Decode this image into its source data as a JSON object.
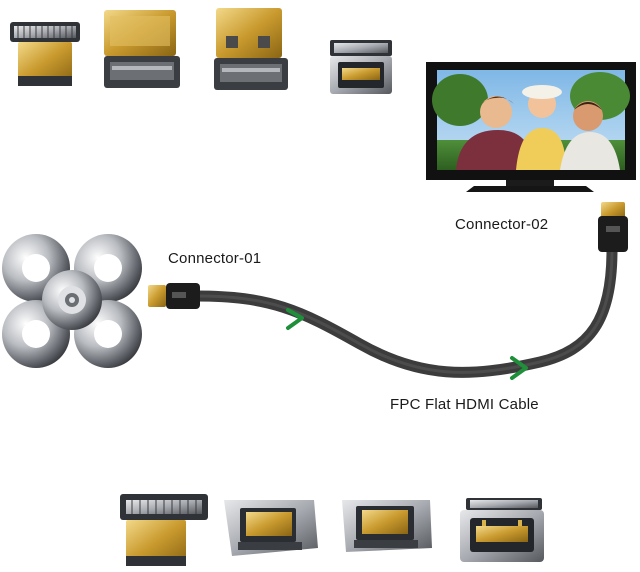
{
  "labels": {
    "connector_01": "Connector-01",
    "connector_02": "Connector-02",
    "cable": "FPC Flat HDMI Cable"
  },
  "colors": {
    "cable": "#3c3c3c",
    "arrow": "#1f8f3a",
    "gold": "#d8b24a",
    "steel": "#9a9da3"
  },
  "icons": {
    "drone_frame": "quad-frame-icon",
    "monitor": "monitor-icon"
  }
}
